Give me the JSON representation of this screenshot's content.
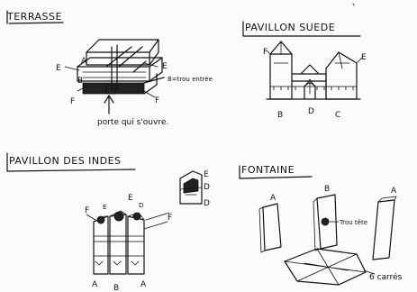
{
  "sections": {
    "terrasse": {
      "title": "TERRASSE",
      "labels": {
        "a": "A",
        "e_left": "E",
        "e_right": "E",
        "b": "B",
        "f_left": "F",
        "f_right": "F"
      },
      "annotation_btrou": "B=trou entrée",
      "annotation_porte": "porte qui s'ouvre."
    },
    "pavillon_suede": {
      "title": "PAVILLON SUEDE",
      "labels": {
        "f": "F",
        "e": "E",
        "b": "B",
        "d": "D",
        "c": "C"
      }
    },
    "pavillon_indes": {
      "title": "PAVILLON DES INDES",
      "labels": {
        "f_top": "F",
        "e_mid": "E",
        "e_top": "E",
        "d_top": "D",
        "e_right": "E",
        "f_right": "F",
        "d_right": "D",
        "a_left": "A",
        "b": "B",
        "a_right": "A"
      }
    },
    "fontaine": {
      "title": "FONTAINE",
      "labels": {
        "a_left": "A",
        "b": "B",
        "a_right": "A",
        "trou_tete": "Trou tête",
        "carres": "6 carrés"
      }
    }
  }
}
